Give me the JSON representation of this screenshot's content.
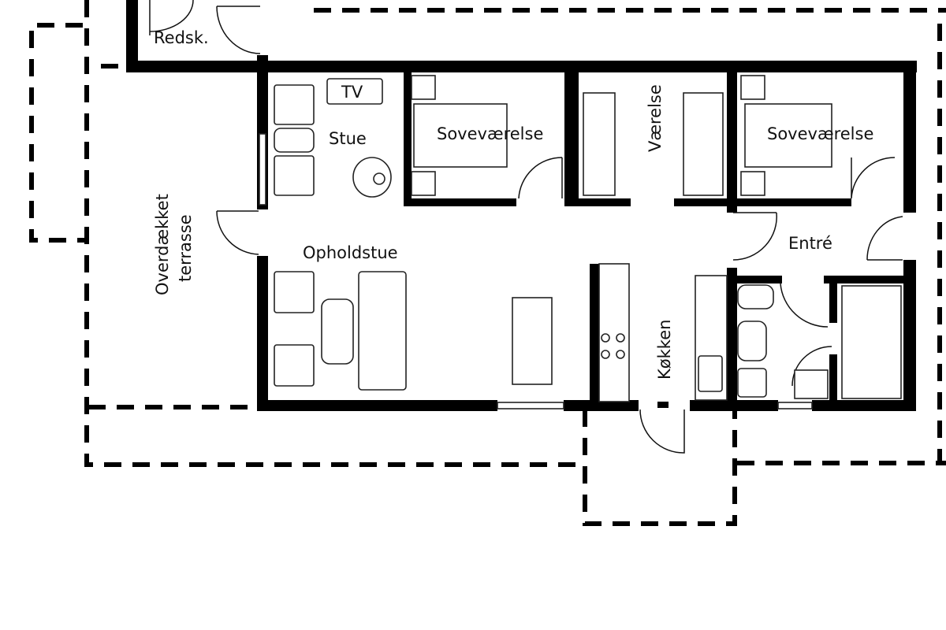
{
  "title": "Floor plan",
  "rooms": {
    "shed": "Redsk.",
    "tv": "TV",
    "living_small": "Stue",
    "bedroom_1": "Soveværelse",
    "room": "Værelse",
    "bedroom_2": "Soveværelse",
    "terrace_line1": "Overdækket",
    "terrace_line2": "terrasse",
    "living": "Opholdstue",
    "entrance": "Entré",
    "kitchen": "Køkken"
  },
  "colors": {
    "wall": "#000000",
    "background": "#ffffff"
  }
}
